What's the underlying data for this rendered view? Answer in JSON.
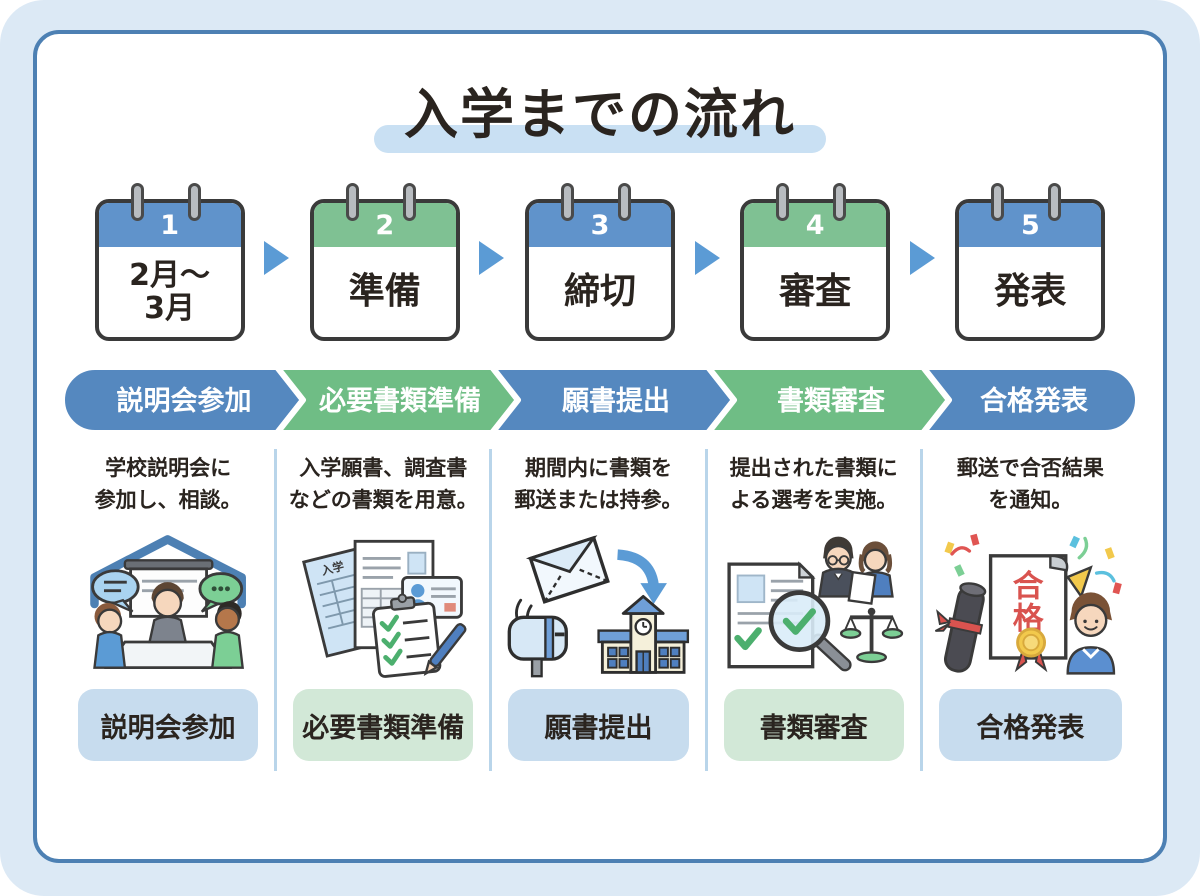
{
  "title": "入学までの流れ",
  "steps": [
    {
      "number": "1",
      "calendar": "2月〜\n3月",
      "banner": "説明会参加",
      "description": "学校説明会に\n参加し、相談。",
      "label": "説明会参加",
      "theme": "blue"
    },
    {
      "number": "2",
      "calendar": "準備",
      "banner": "必要書類準備",
      "description": "入学願書、調査書\nなどの書類を用意。",
      "label": "必要書類準備",
      "theme": "green"
    },
    {
      "number": "3",
      "calendar": "締切",
      "banner": "願書提出",
      "description": "期間内に書類を\n郵送または持参。",
      "label": "願書提出",
      "theme": "blue"
    },
    {
      "number": "4",
      "calendar": "審査",
      "banner": "書類審査",
      "description": "提出された書類に\nよる選考を実施。",
      "label": "書類審査",
      "theme": "green"
    },
    {
      "number": "5",
      "calendar": "発表",
      "banner": "合格発表",
      "description": "郵送で合否結果\nを通知。",
      "label": "合格発表",
      "theme": "blue"
    }
  ],
  "illustration_text": {
    "pass_stamp": [
      "合",
      "格"
    ],
    "application_doc": "入学"
  },
  "colors": {
    "page_bg": "#dce9f5",
    "card_border": "#4d80b3",
    "calendar_blue": "#6093cb",
    "calendar_green": "#7fc193",
    "banner_blue": "#5588bf",
    "banner_green": "#6fbd85",
    "label_blue": "#c7dcee",
    "label_green": "#d2e8d7",
    "arrow_blue": "#5b9bd5",
    "title_underline": "#c9e0f3",
    "divider": "#b9d5ea",
    "text_dark": "#2a241f",
    "pass_red": "#d9534f"
  }
}
